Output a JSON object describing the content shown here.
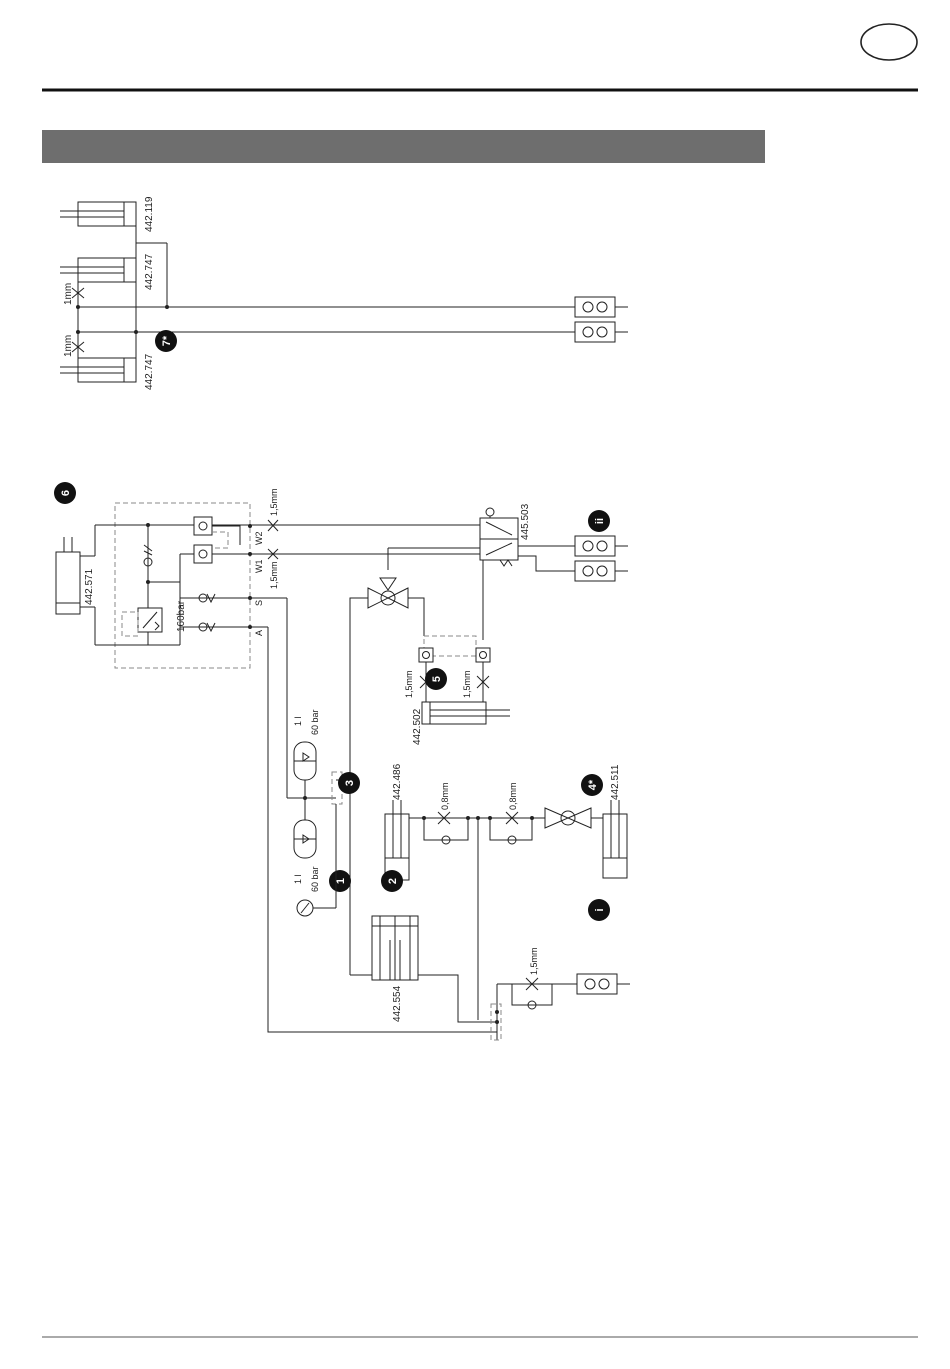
{
  "labels": {
    "c1": "442.119",
    "c2": "442.747",
    "c3": "442.747",
    "r1": "1mm",
    "r2": "1mm",
    "c571": "442.571",
    "p160": "160bar",
    "w2": "W2",
    "w1": "W1",
    "s": "S",
    "a": "A",
    "r15a": "1,5mm",
    "r15b": "1,5mm",
    "v503": "445.503",
    "r15c": "1,5mm",
    "r15d": "1,5mm",
    "c502": "442.502",
    "acc1_vol": "1 l",
    "acc1_p": "60 bar",
    "acc2_vol": "1 l",
    "acc2_p": "60 bar",
    "c486": "442.486",
    "r08a": "0,8mm",
    "r08b": "0,8mm",
    "c511": "442.511",
    "c554": "442.554",
    "r15e": "1,5mm"
  },
  "markers": {
    "m1": "1",
    "m2": "2",
    "m3": "3",
    "m4": "4*",
    "m5": "5",
    "m6": "6",
    "m7": "7*",
    "mi": "i",
    "mii": "ii"
  }
}
